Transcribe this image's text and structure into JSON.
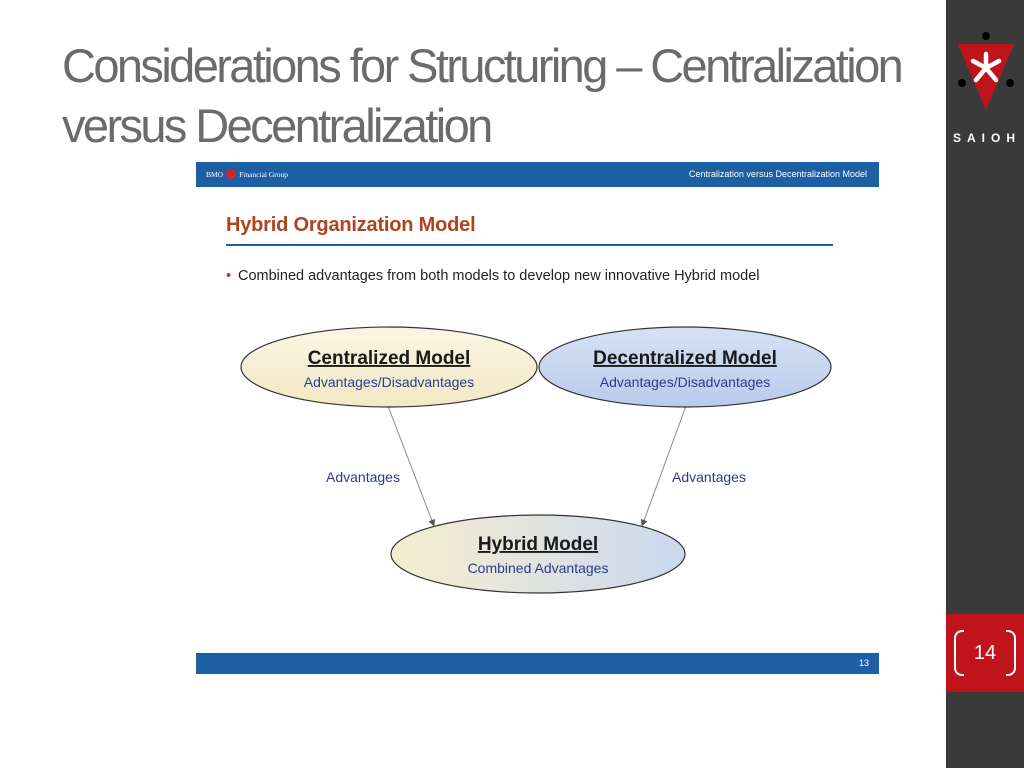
{
  "slide": {
    "title_line1": "Considerations for Structuring – Centralization",
    "title_line2": "versus Decentralization",
    "page_number": "14"
  },
  "logo": {
    "text": "SAIOH",
    "icon": "saioh-logo-icon"
  },
  "embedded_slide": {
    "brand_left": "BMO",
    "brand_right": "Financial Group",
    "header_title": "Centralization versus Decentralization Model",
    "heading": "Hybrid Organization Model",
    "bullet": "Combined advantages from both models to develop new innovative Hybrid model",
    "page_number": "13"
  },
  "diagram": {
    "nodes": [
      {
        "id": "centralized",
        "title": "Centralized Model",
        "subtitle": "Advantages/Disadvantages",
        "fill": "#f7f0d5"
      },
      {
        "id": "decentralized",
        "title": "Decentralized Model",
        "subtitle": "Advantages/Disadvantages",
        "fill": "#c5d5ef"
      },
      {
        "id": "hybrid",
        "title": "Hybrid Model",
        "subtitle": "Combined Advantages",
        "fill": "#e6e8dc"
      }
    ],
    "edges": [
      {
        "from": "centralized",
        "to": "hybrid",
        "label": "Advantages"
      },
      {
        "from": "decentralized",
        "to": "hybrid",
        "label": "Advantages"
      }
    ]
  },
  "colors": {
    "sidebar": "#3a3a3a",
    "accent_red": "#c0141c",
    "embed_blue": "#1d5fa3",
    "heading_orange": "#b0421f",
    "node_text_blue": "#2d3a8c"
  }
}
